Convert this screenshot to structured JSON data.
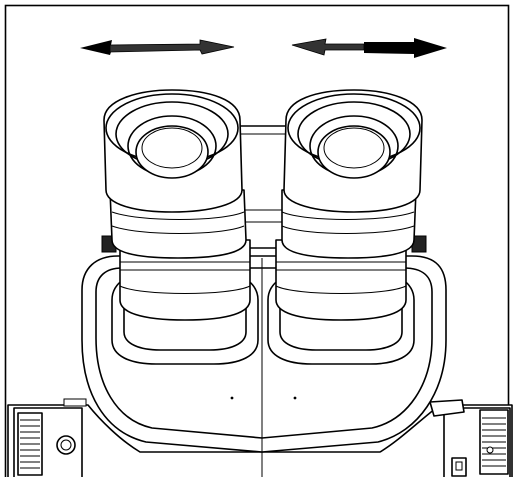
{
  "figure": {
    "subject": "binocular-microscope-eyepiece-head",
    "view": "front",
    "line_color": "#000000",
    "background_color": "#ffffff",
    "arrows": [
      {
        "name": "left-eyepiece-interpupillary-arrow",
        "direction": "bidirectional-horizontal"
      },
      {
        "name": "right-eyepiece-interpupillary-arrow",
        "direction": "bidirectional-horizontal"
      }
    ]
  }
}
